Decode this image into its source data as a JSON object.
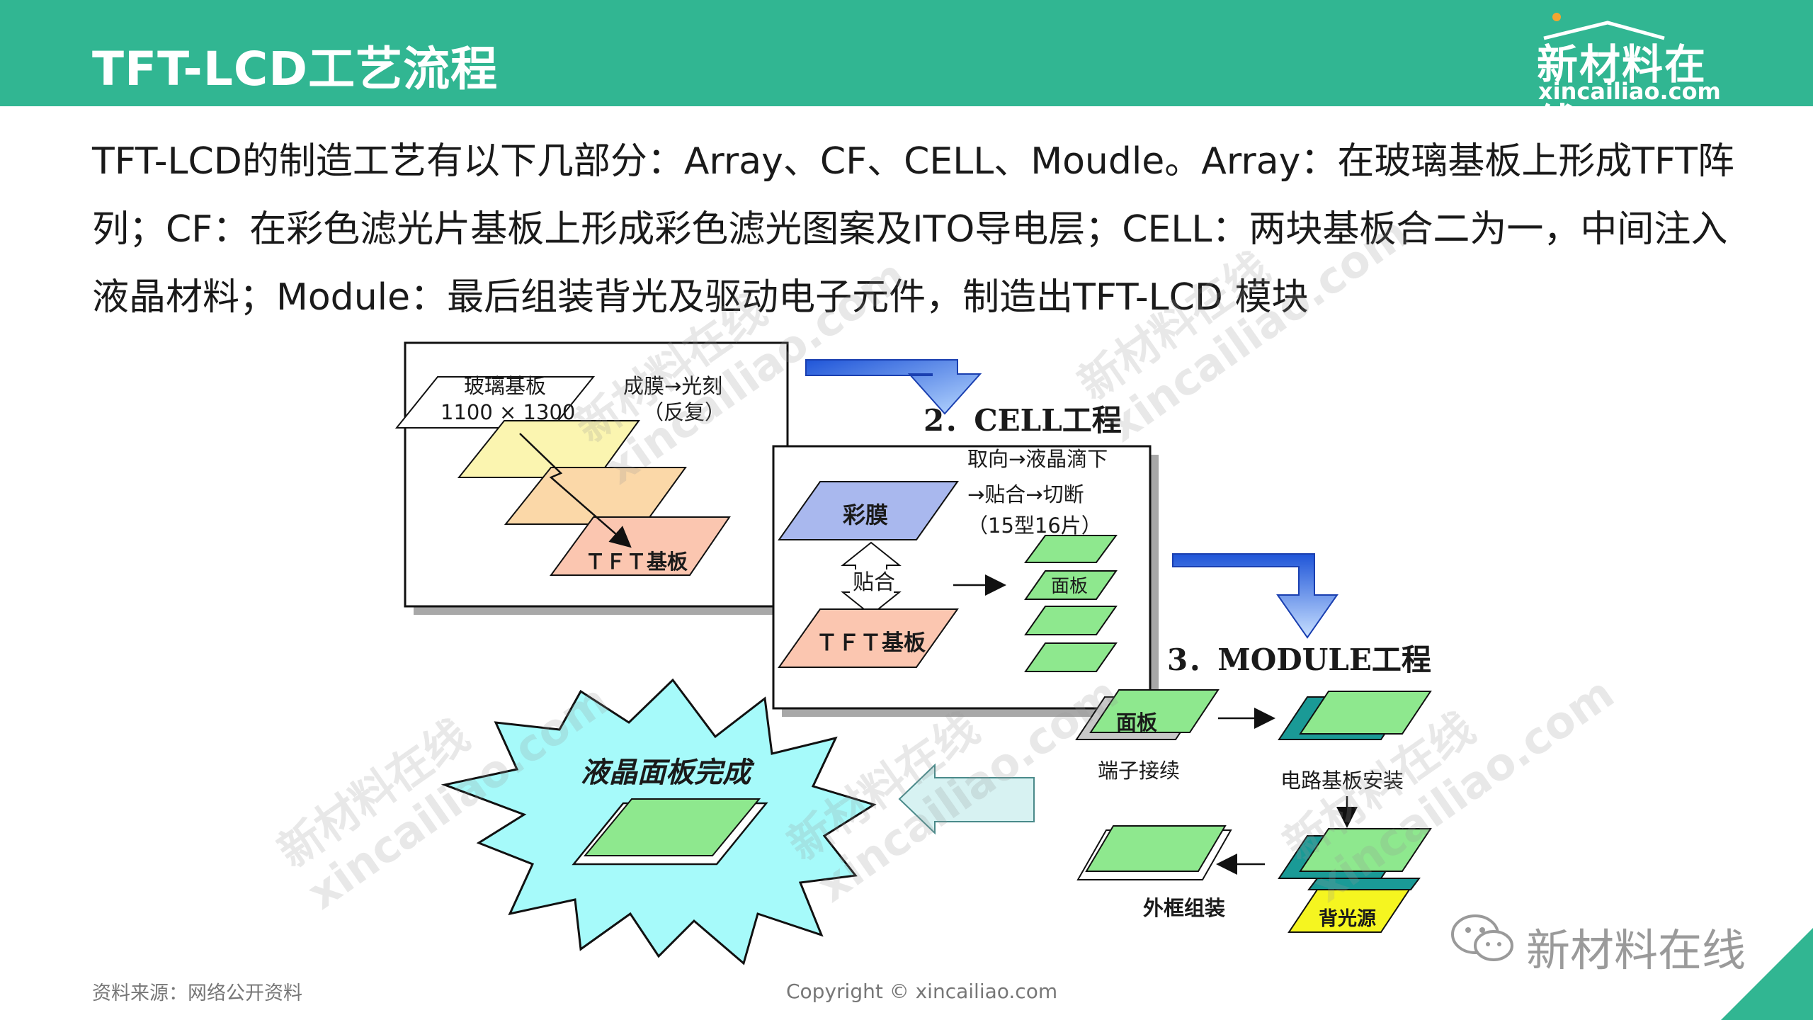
{
  "header": {
    "title": "TFT-LCD工艺流程",
    "logo_cn": "新材料在线",
    "logo_en": "xincailiao.com"
  },
  "intro": {
    "line1": "TFT-LCD的制造工艺有以下几部分：Array、CF、CELL、Moudle。Array：在玻璃基板上形成TFT阵",
    "line2": "列；CF：在彩色滤光片基板上形成彩色滤光图案及ITO导电层；CELL：两块基板合二为一，中间注入",
    "line3": "液晶材料；Module：最后组装背光及驱动电子元件，制造出TFT-LCD 模块"
  },
  "diagram": {
    "array": {
      "glass_label": "玻璃基板",
      "glass_size": "1100 × 1300",
      "process_line1": "成膜→光刻",
      "process_line2": "（反复）",
      "tft_label": "ＴＦＴ基板"
    },
    "cell": {
      "title": "2．CELL工程",
      "step1": "取向→液晶滴下",
      "step2": "→贴合→切断",
      "step3": "（15型16片）",
      "cf_label": "彩膜",
      "bond_label": "贴合",
      "tft_label": "ＴＦＴ基板",
      "panel_label": "面板"
    },
    "module": {
      "title": "3．MODULE工程",
      "panel_label": "面板",
      "terminal_label": "端子接续",
      "circuit_label": "电路基板安装",
      "backlight_label": "背光源",
      "frame_label": "外框组装"
    },
    "done_label": "液晶面板完成"
  },
  "watermarks": {
    "cn": "新材料在线",
    "en": "xincailiao.com"
  },
  "footer": {
    "source": "资料来源：网络公开资料",
    "copyright": "Copyright © xincailiao.com",
    "wechat_label": "新材料在线"
  },
  "colors": {
    "header_bg": "#31b692",
    "green_panel": "#8ee88e",
    "yellow_glass": "#fbf5b0",
    "orange_glass": "#fbd8a8",
    "pink_tft": "#fbc6b0",
    "cf_blue": "#a9b8ee",
    "arrow_blue": "#2f6fe0",
    "burst_cyan": "#a6fafa",
    "teal_plate": "#1a9a96",
    "yellow_backlight": "#f5f520"
  }
}
